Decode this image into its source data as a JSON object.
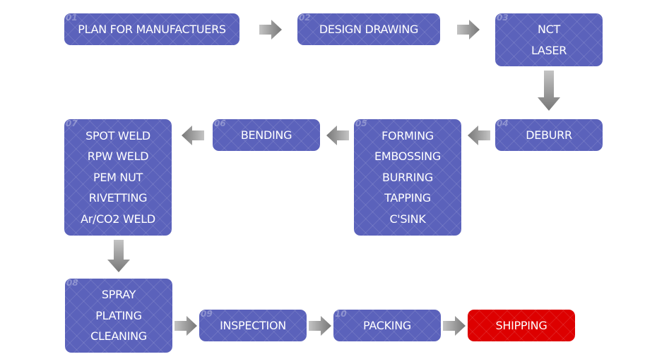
{
  "colors": {
    "box": "#5b62bb",
    "final_box": "#dd0000",
    "arrow_light": "#c4c4c4",
    "arrow_dark": "#777777"
  },
  "steps": [
    {
      "num": "01",
      "lines": [
        "PLAN FOR MANUFACTUERS"
      ]
    },
    {
      "num": "02",
      "lines": [
        "DESIGN DRAWING"
      ]
    },
    {
      "num": "03",
      "lines": [
        "NCT",
        "LASER"
      ]
    },
    {
      "num": "04",
      "lines": [
        "DEBURR"
      ]
    },
    {
      "num": "05",
      "lines": [
        "FORMING",
        "EMBOSSING",
        "BURRING",
        "TAPPING",
        "C'SINK"
      ]
    },
    {
      "num": "06",
      "lines": [
        "BENDING"
      ]
    },
    {
      "num": "07",
      "lines": [
        "SPOT WELD",
        "RPW WELD",
        "PEM NUT",
        "RIVETTING",
        "Ar/CO2 WELD"
      ]
    },
    {
      "num": "08",
      "lines": [
        "SPRAY",
        "PLATING",
        "CLEANING"
      ]
    },
    {
      "num": "09",
      "lines": [
        "INSPECTION"
      ]
    },
    {
      "num": "10",
      "lines": [
        "PACKING"
      ]
    },
    {
      "num": "",
      "lines": [
        "SHIPPING"
      ]
    }
  ]
}
